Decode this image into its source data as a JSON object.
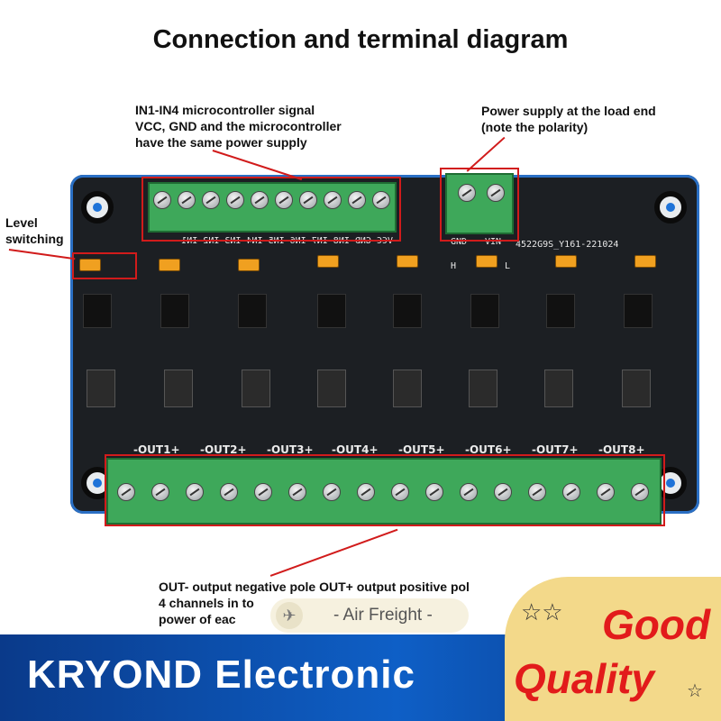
{
  "title": "Connection and terminal diagram",
  "notes": {
    "input": [
      "IN1-IN4 microcontroller signal",
      "VCC, GND and the microcontroller",
      "have the same power supply"
    ],
    "power": [
      "Power supply at the load end",
      "(note the polarity)"
    ],
    "level": [
      "Level",
      "switching"
    ],
    "output": [
      "OUT- output negative pole OUT+ output positive pol",
      "4 channels in to",
      "power of eac"
    ]
  },
  "board": {
    "input_terminal_label": "VCC GND IN8 IN7 IN6 IN5 IN4 IN3 IN2 IN1",
    "power_terminal_labels": [
      "GND",
      "VIN"
    ],
    "model_text": "4522G9S_Y161-221024",
    "jumper_labels": [
      "H",
      "L"
    ],
    "output_labels": [
      "-OUT1+",
      "-OUT2+",
      "-OUT3+",
      "-OUT4+",
      "-OUT5+",
      "-OUT6+",
      "-OUT7+",
      "-OUT8+"
    ]
  },
  "shipping_badge": "- Air Freight -",
  "brand": "KRYOND  Electronic",
  "quality_badge": {
    "stars": "☆☆",
    "line1": "Good",
    "line2": "Quality",
    "star_small": "☆"
  },
  "colors": {
    "highlight": "#d11b1b",
    "terminal_green": "#3ea85a",
    "pcb": "#1c1f23",
    "jumper": "#f0a020",
    "banner": "#0e5fc6"
  }
}
